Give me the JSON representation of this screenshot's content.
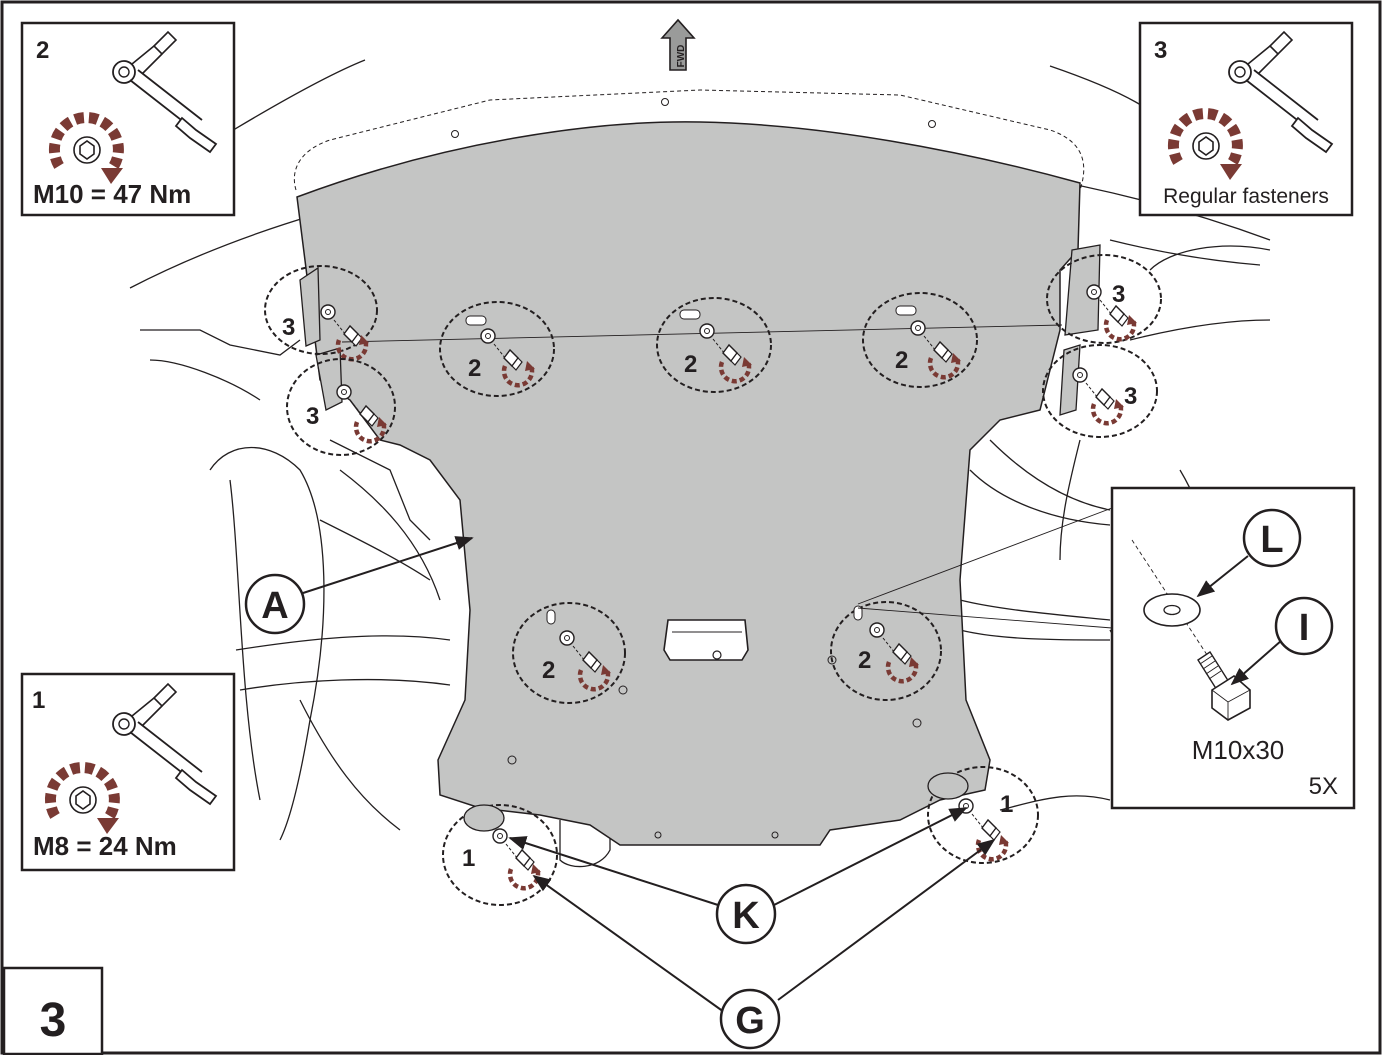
{
  "figure": {
    "step_number": "3",
    "fwd_label": "FWD"
  },
  "torque_boxes": [
    {
      "step": "2",
      "spec": "M10 =  47 Nm"
    },
    {
      "step": "3",
      "spec": "Regular fasteners"
    },
    {
      "step": "1",
      "spec": "M8 =  24  Nm"
    }
  ],
  "hardware_box": {
    "bolt_size": "M10x30",
    "quantity": "5X"
  },
  "part_labels": {
    "A": "A",
    "G": "G",
    "K": "K",
    "L": "L",
    "I": "I"
  },
  "fastener_steps": {
    "top_left_upper": "3",
    "top_left_lower": "3",
    "top_right_upper": "3",
    "top_right_lower": "3",
    "row_1": "2",
    "row_2": "2",
    "row_3": "2",
    "lower_left": "2",
    "lower_right": "2",
    "front_left": "1",
    "front_right": "1"
  },
  "colors": {
    "plate": "#c4c5c4",
    "torque_arrow": "#7a3a34",
    "line": "#231f20"
  }
}
